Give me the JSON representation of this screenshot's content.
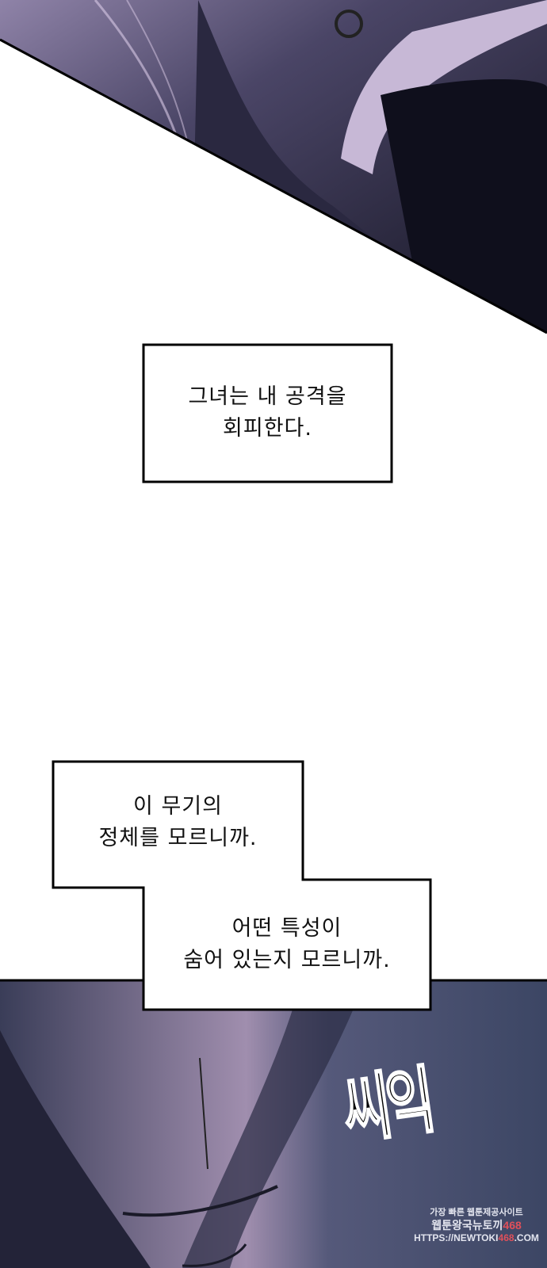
{
  "captions": {
    "first": {
      "line1": "그녀는 내 공격을",
      "line2": "회피한다."
    },
    "second": {
      "line1": "이 무기의",
      "line2": "정체를 모르니까."
    },
    "third": {
      "line1": "어떤 특성이",
      "line2": "숨어 있는지 모르니까."
    }
  },
  "sound_effect": "씨익",
  "watermark": {
    "line1": "가장 빠른 웹툰제공사이트",
    "line2": "웹툰왕국뉴토끼",
    "line2_num": "468",
    "line3_a": "HTTPS://NEWTOKI",
    "line3_num": "468",
    "line3_b": ".COM"
  },
  "colors": {
    "panel_dark": "#1a1a2e",
    "panel_light": "#b8a9c9",
    "watermark_red": "#d8414a"
  }
}
